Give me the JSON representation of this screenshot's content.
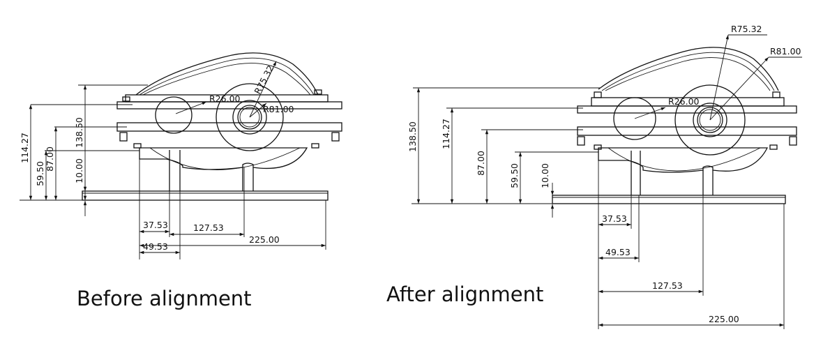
{
  "captions": {
    "before": "Before alignment",
    "after": "After alignment"
  },
  "before": {
    "radius": {
      "small": "R26.00",
      "mid": "R75.32",
      "large": "R81.00"
    },
    "vertical": {
      "v114": "114.27",
      "v138": "138.50",
      "v87": "87.00",
      "v59": "59.50",
      "v10": "10.00"
    },
    "horizontal": {
      "h37": "37.53",
      "h127": "127.53",
      "h225": "225.00",
      "h49": "49.53"
    }
  },
  "after": {
    "radius": {
      "mid": "R75.32",
      "large": "R81.00",
      "small": "R26.00"
    },
    "vertical": {
      "v138": "138.50",
      "v114": "114.27",
      "v87": "87.00",
      "v59": "59.50",
      "v10": "10.00"
    },
    "horizontal": {
      "h37": "37.53",
      "h49": "49.53",
      "h127": "127.53",
      "h225": "225.00"
    }
  }
}
